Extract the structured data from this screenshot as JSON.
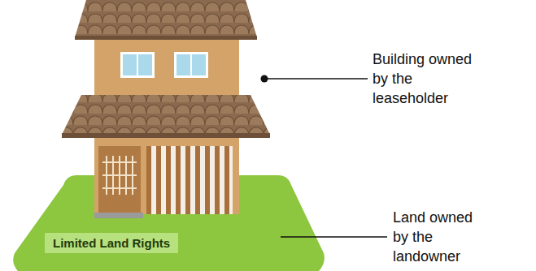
{
  "diagram": {
    "nodes": [
      {
        "text": [
          "Limited Land Rights"
        ]
      }
    ],
    "labels": [
      "Building owned by the leaseholder",
      "Land owned by the landowner"
    ]
  }
}
